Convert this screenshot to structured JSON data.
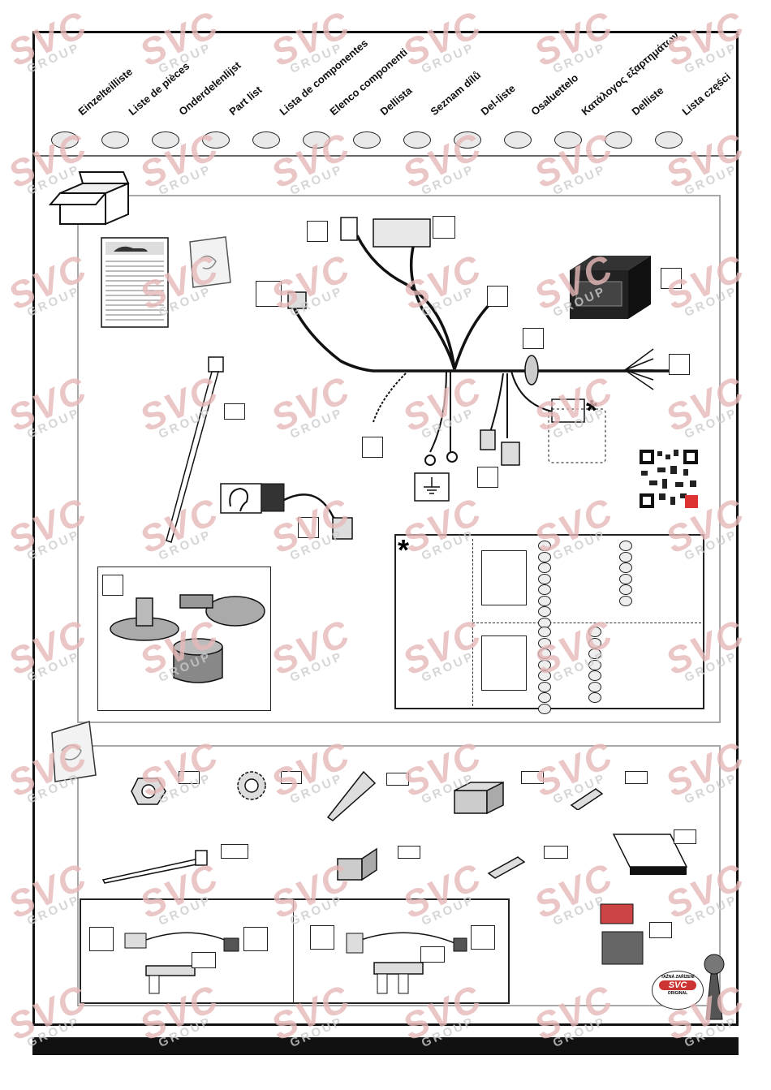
{
  "languages": [
    "Einzelteilliste",
    "Liste de pièces",
    "Onderdelenlijst",
    "Part list",
    "Lista de componentes",
    "Elenco componenti",
    "Dellista",
    "Seznam dílů",
    "Del-liste",
    "Osaluettelo",
    "Κατάλογος εξαρτημάτων",
    "Delliste",
    "Lista części"
  ],
  "watermark": {
    "brand": "SVC",
    "sub": "GROUP"
  },
  "legend": {
    "asterisk": "*"
  },
  "sticker": {
    "line1": "TAŽNÁ ZAŘÍZENÍ",
    "line2": "ORIGINAL",
    "brand": "SVC"
  },
  "icons": [
    "box-icon",
    "manual-icon",
    "bag-icon",
    "harness-icon",
    "module-icon",
    "cable-tie-icon",
    "buzzer-icon",
    "ear-icon",
    "ground-icon",
    "socket-icon",
    "nut-icon",
    "washer-icon",
    "screw-icon",
    "connector-icon",
    "terminal-icon",
    "tape-icon",
    "fuse-icon",
    "qr-code-icon"
  ],
  "colors": {
    "ink": "#111111",
    "panel": "#a8a8a8",
    "watermark": "#e7b9b9",
    "band": "#e4e4e4"
  }
}
